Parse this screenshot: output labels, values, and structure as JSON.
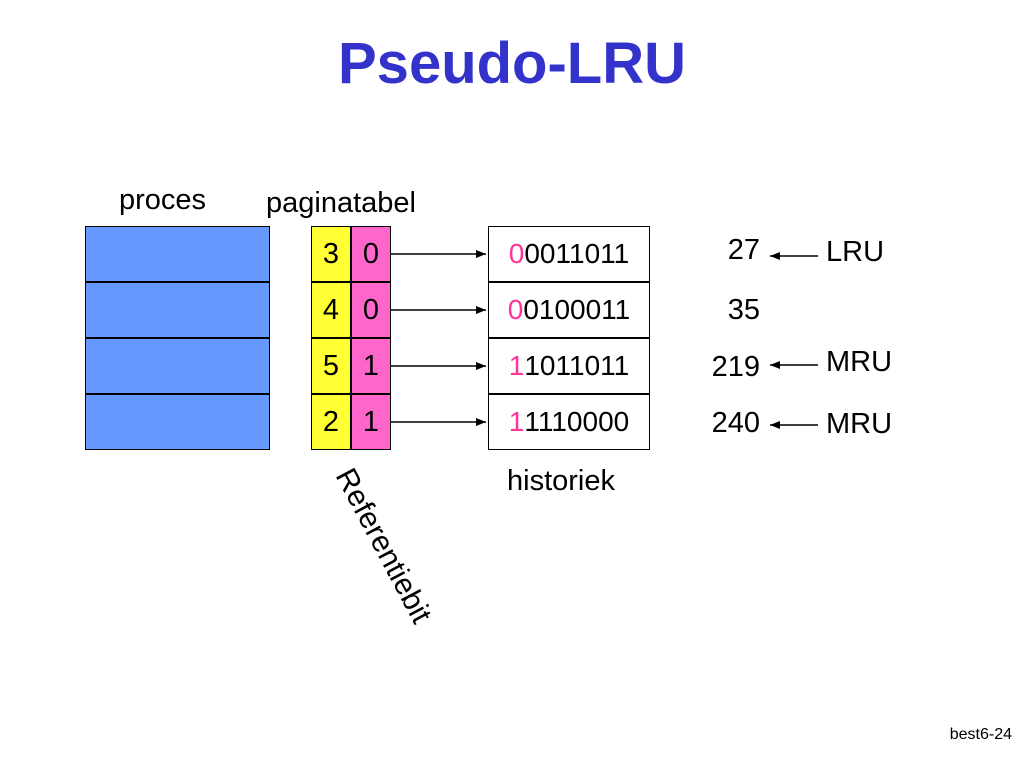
{
  "slide": {
    "title": "Pseudo-LRU",
    "proces_label": "proces",
    "paginatabel_label": "paginatabel",
    "historiek_label": "historiek",
    "referentiebit_label": "Referentiebit",
    "footer": "best6-24"
  },
  "rows": [
    {
      "frame": "3",
      "ref_bit": "0",
      "hist_first": "0",
      "hist_rest": "0011011",
      "value": "27",
      "tag": "LRU"
    },
    {
      "frame": "4",
      "ref_bit": "0",
      "hist_first": "0",
      "hist_rest": "0100011",
      "value": "35",
      "tag": ""
    },
    {
      "frame": "5",
      "ref_bit": "1",
      "hist_first": "1",
      "hist_rest": "1011011",
      "value": "219",
      "tag": "MRU"
    },
    {
      "frame": "2",
      "ref_bit": "1",
      "hist_first": "1",
      "hist_rest": "1110000",
      "value": "240",
      "tag": "MRU"
    }
  ],
  "colors": {
    "title": "#3333cc",
    "proces_fill": "#6699ff",
    "frame_fill": "#ffff33",
    "ref_fill": "#ff66cc",
    "hist_first_digit": "#ff3399"
  }
}
